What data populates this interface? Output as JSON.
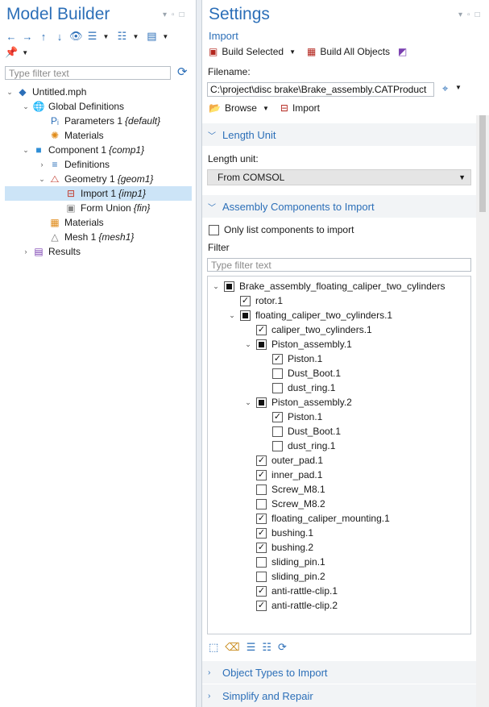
{
  "model_builder": {
    "title": "Model Builder",
    "filter_placeholder": "Type filter text",
    "tree": [
      {
        "label": "Untitled.mph",
        "tag": "",
        "level": 0,
        "expanded": true,
        "icon": "mph-file-icon"
      },
      {
        "label": "Global Definitions",
        "tag": "",
        "level": 1,
        "expanded": true,
        "icon": "globe-icon"
      },
      {
        "label": "Parameters 1",
        "tag": "{default}",
        "level": 2,
        "icon": "parameters-icon"
      },
      {
        "label": "Materials",
        "tag": "",
        "level": 2,
        "icon": "materials-icon"
      },
      {
        "label": "Component 1",
        "tag": "{comp1}",
        "level": 1,
        "expanded": true,
        "icon": "component-cube-icon"
      },
      {
        "label": "Definitions",
        "tag": "",
        "level": 2,
        "collapsed": true,
        "icon": "definitions-icon"
      },
      {
        "label": "Geometry 1",
        "tag": "{geom1}",
        "level": 2,
        "expanded": true,
        "icon": "geometry-icon"
      },
      {
        "label": "Import 1",
        "tag": "{imp1}",
        "level": 3,
        "selected": true,
        "icon": "import-node-icon"
      },
      {
        "label": "Form Union",
        "tag": "{fin}",
        "level": 3,
        "icon": "form-union-icon"
      },
      {
        "label": "Materials",
        "tag": "",
        "level": 2,
        "icon": "materials-grid-icon"
      },
      {
        "label": "Mesh 1",
        "tag": "{mesh1}",
        "level": 2,
        "icon": "mesh-icon"
      },
      {
        "label": "Results",
        "tag": "",
        "level": 1,
        "collapsed": true,
        "icon": "results-icon"
      }
    ]
  },
  "settings": {
    "title": "Settings",
    "subtitle": "Import",
    "build_selected": "Build Selected",
    "build_all": "Build All Objects",
    "filename_label": "Filename:",
    "filename_value": "C:\\project\\disc brake\\Brake_assembly.CATProduct",
    "browse": "Browse",
    "import": "Import",
    "length_unit_section": "Length Unit",
    "length_unit_label": "Length unit:",
    "length_unit_value": "From COMSOL",
    "assembly_section": "Assembly Components to Import",
    "only_list_label": "Only list components to import",
    "filter_label": "Filter",
    "filter_placeholder": "Type filter text",
    "components": [
      {
        "label": "Brake_assembly_floating_caliper_two_cylinders",
        "level": 0,
        "state": "partial",
        "twisty": "down"
      },
      {
        "label": "rotor.1",
        "level": 1,
        "state": "checked"
      },
      {
        "label": "floating_caliper_two_cylinders.1",
        "level": 1,
        "state": "partial",
        "twisty": "down"
      },
      {
        "label": "caliper_two_cylinders.1",
        "level": 2,
        "state": "checked"
      },
      {
        "label": "Piston_assembly.1",
        "level": 2,
        "state": "partial",
        "twisty": "down"
      },
      {
        "label": "Piston.1",
        "level": 3,
        "state": "checked"
      },
      {
        "label": "Dust_Boot.1",
        "level": 3,
        "state": "unchecked"
      },
      {
        "label": "dust_ring.1",
        "level": 3,
        "state": "unchecked"
      },
      {
        "label": "Piston_assembly.2",
        "level": 2,
        "state": "partial",
        "twisty": "down"
      },
      {
        "label": "Piston.1",
        "level": 3,
        "state": "checked"
      },
      {
        "label": "Dust_Boot.1",
        "level": 3,
        "state": "unchecked"
      },
      {
        "label": "dust_ring.1",
        "level": 3,
        "state": "unchecked"
      },
      {
        "label": "outer_pad.1",
        "level": 2,
        "state": "checked"
      },
      {
        "label": "inner_pad.1",
        "level": 2,
        "state": "checked"
      },
      {
        "label": "Screw_M8.1",
        "level": 2,
        "state": "unchecked"
      },
      {
        "label": "Screw_M8.2",
        "level": 2,
        "state": "unchecked"
      },
      {
        "label": "floating_caliper_mounting.1",
        "level": 2,
        "state": "checked"
      },
      {
        "label": "bushing.1",
        "level": 2,
        "state": "checked"
      },
      {
        "label": "bushing.2",
        "level": 2,
        "state": "checked"
      },
      {
        "label": "sliding_pin.1",
        "level": 2,
        "state": "unchecked"
      },
      {
        "label": "sliding_pin.2",
        "level": 2,
        "state": "unchecked"
      },
      {
        "label": "anti-rattle-clip.1",
        "level": 2,
        "state": "checked"
      },
      {
        "label": "anti-rattle-clip.2",
        "level": 2,
        "state": "checked"
      }
    ],
    "object_types_section": "Object Types to Import",
    "simplify_section": "Simplify and Repair"
  },
  "colors": {
    "accent": "#2c6fb8",
    "selection": "#cce4f7",
    "section_bg": "#f2f4f6"
  }
}
